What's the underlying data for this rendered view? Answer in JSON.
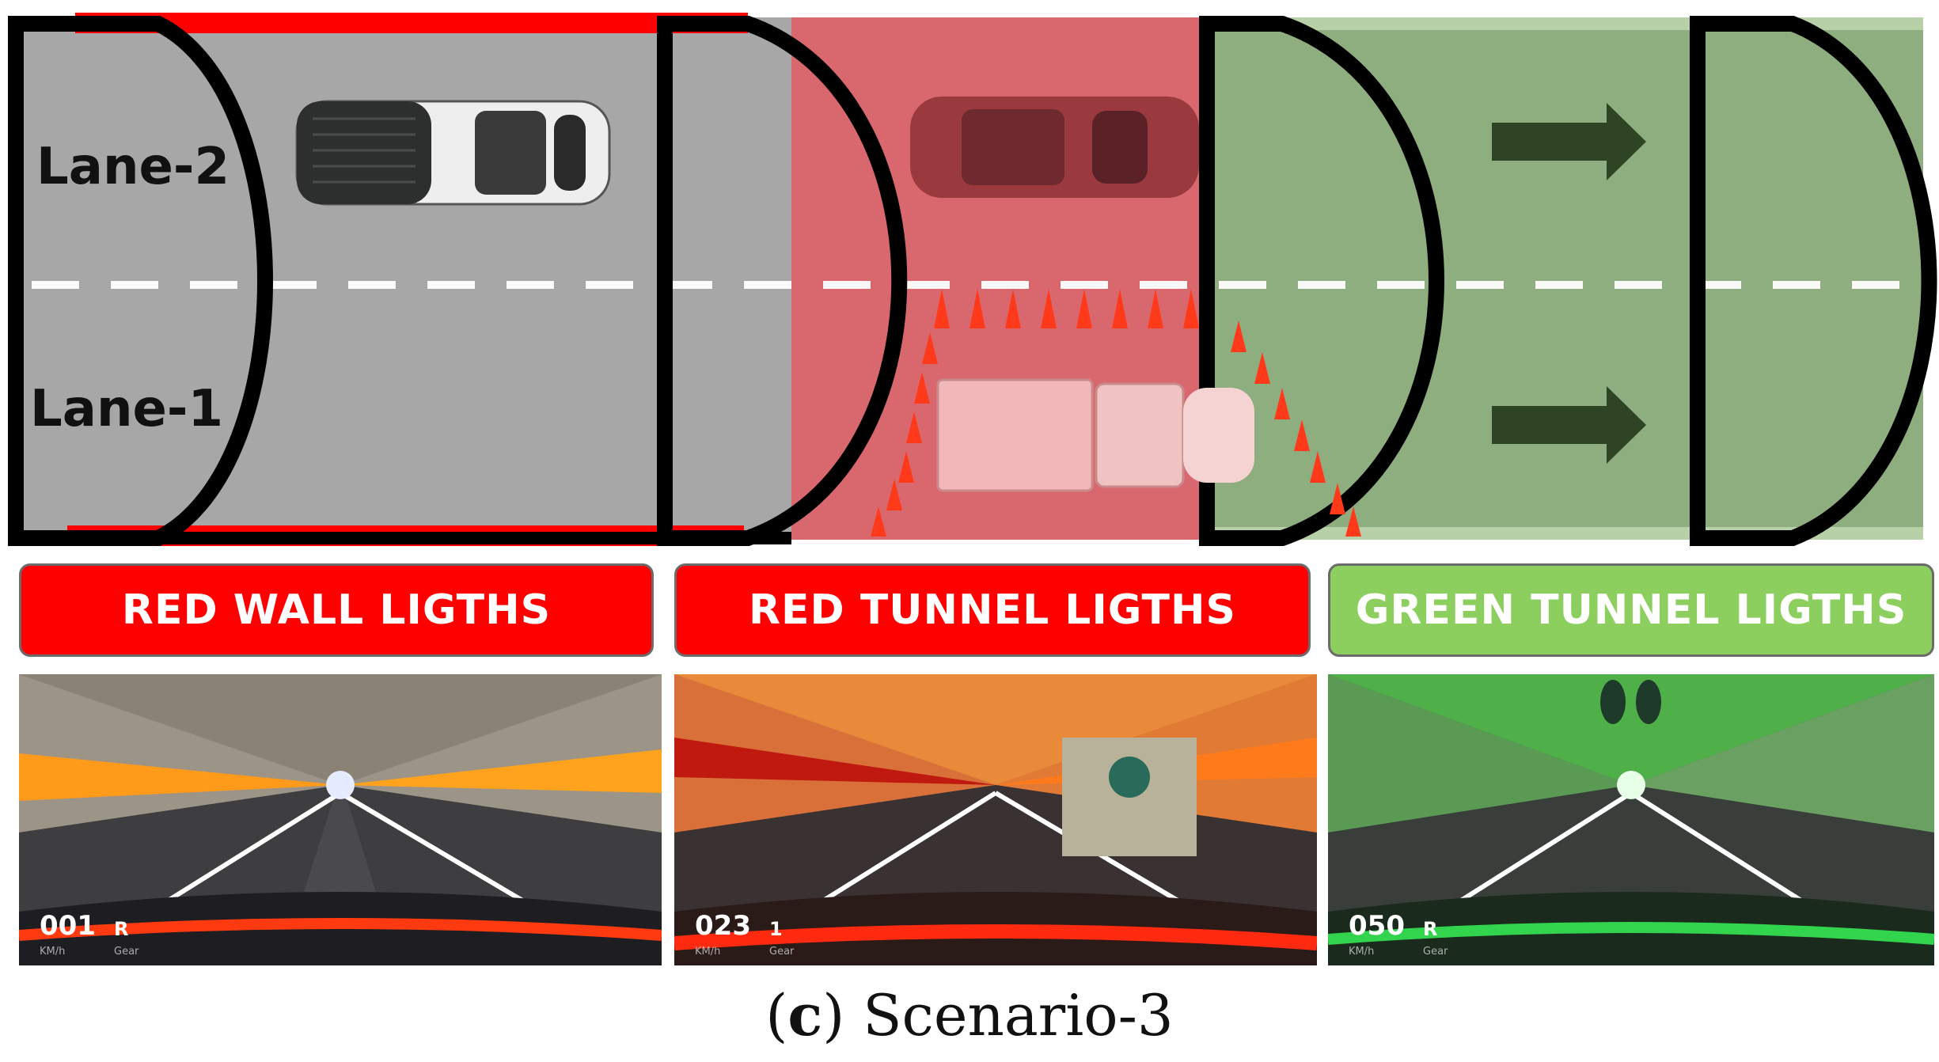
{
  "lanes": {
    "upper": "Lane-2",
    "lower": "Lane-1"
  },
  "zones": [
    {
      "label": "RED WALL LIGTHS",
      "color": "#ff0000"
    },
    {
      "label": "RED TUNNEL LIGTHS",
      "color": "#ff0000"
    },
    {
      "label": "GREEN TUNNEL LIGTHS",
      "color": "#8ccf5f"
    }
  ],
  "views": [
    {
      "speed": "001",
      "gear": "R",
      "speed_unit": "KM/h",
      "gear_label": "Gear"
    },
    {
      "speed": "023",
      "gear": "1",
      "speed_unit": "KM/h",
      "gear_label": "Gear"
    },
    {
      "speed": "050",
      "gear": "R",
      "speed_unit": "KM/h",
      "gear_label": "Gear"
    }
  ],
  "caption": {
    "letter": "c",
    "open": "(",
    "close": ")",
    "text": " Scenario-3"
  },
  "colors": {
    "road_gray": "#a7a7a7",
    "red_zone": "#d9686e",
    "green_zone": "#8fae80",
    "wall_light": "#ff0000",
    "arrow": "#2e4424"
  }
}
